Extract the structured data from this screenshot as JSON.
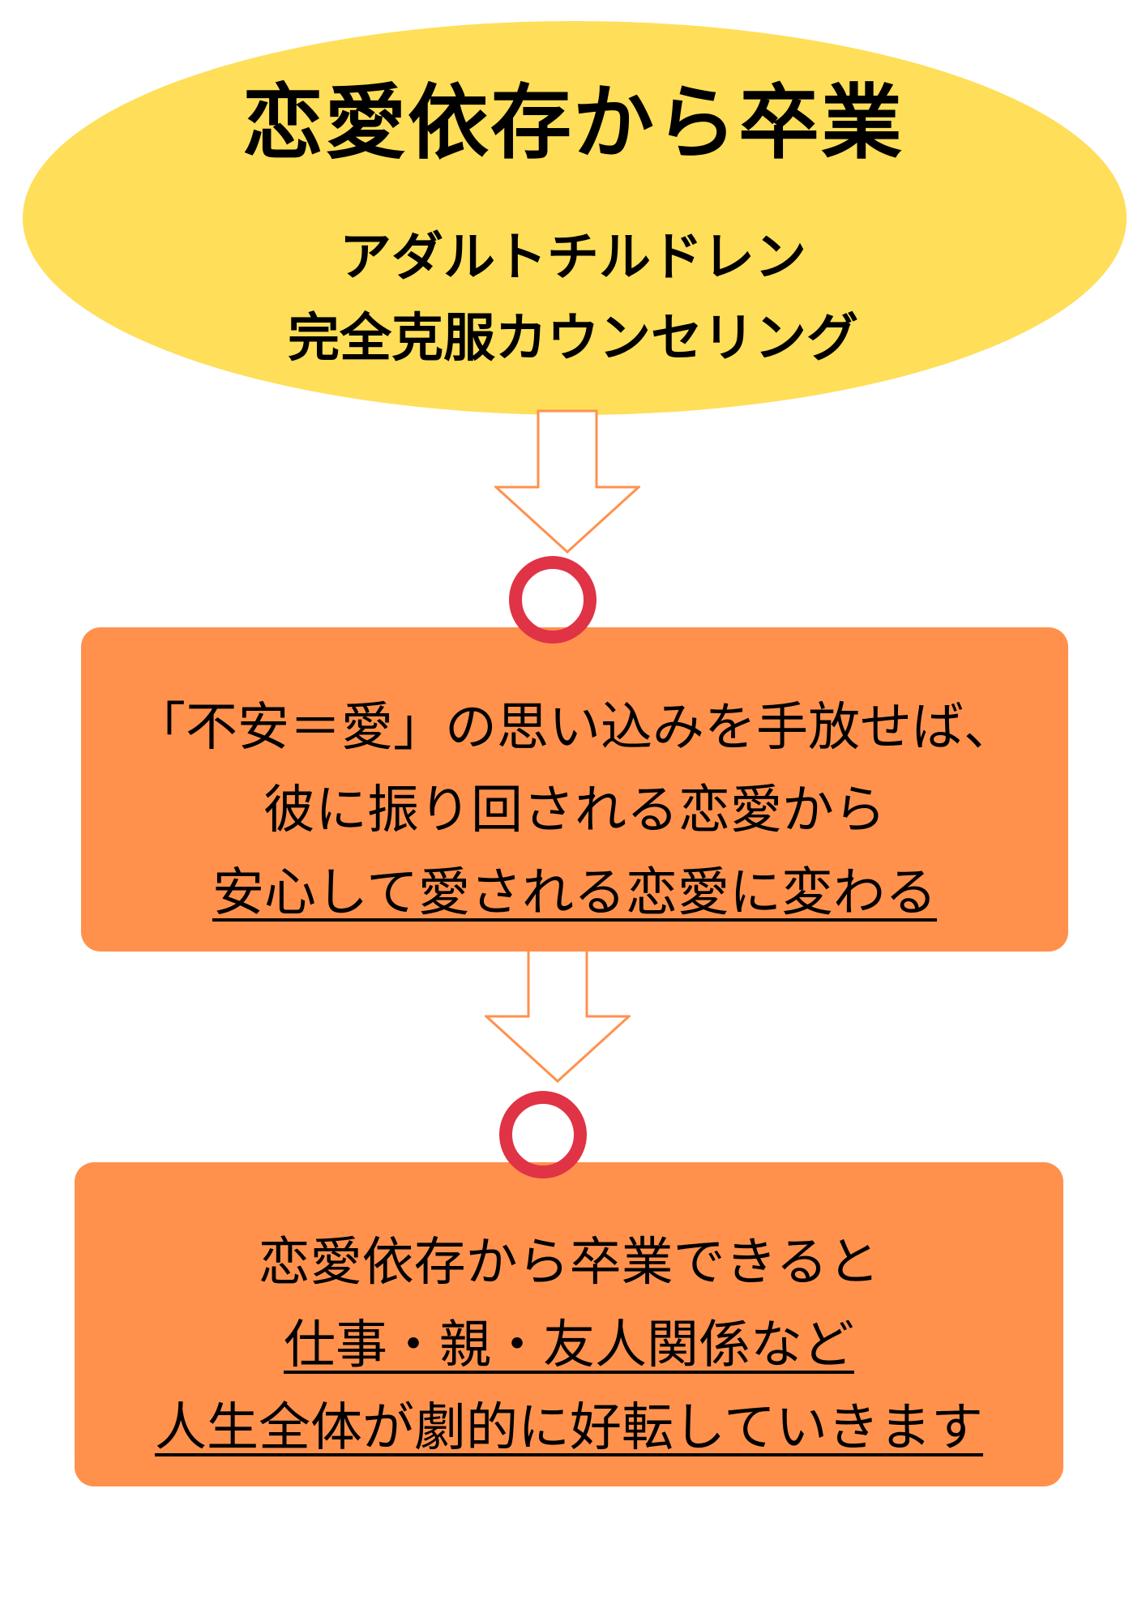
{
  "header": {
    "title": "恋愛依存から卒業",
    "subtitle_line1": "アダルトチルドレン",
    "subtitle_line2": "完全克服カウンセリング"
  },
  "step1": {
    "line1": "「不安＝愛」の思い込みを手放せば、",
    "line2": "彼に振り回される恋愛から",
    "line3": "安心して愛される恋愛に変わる"
  },
  "step2": {
    "line1": "恋愛依存から卒業できると",
    "line2": "仕事・親・友人関係など",
    "line3": "人生全体が劇的に好転していきます"
  },
  "colors": {
    "ellipse": "#ffde59",
    "box": "#ff914d",
    "ring": "#e03345",
    "arrow_stroke": "#ff914d"
  },
  "icons": {
    "arrow": "down-arrow-icon",
    "ring": "circle-ring-icon"
  }
}
